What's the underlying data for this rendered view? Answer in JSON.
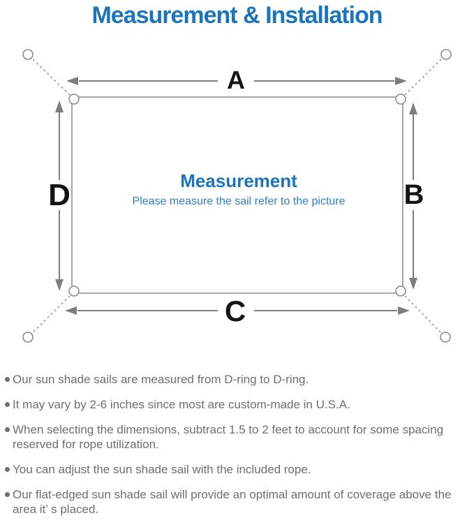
{
  "title": "Measurement & Installation",
  "diagram": {
    "labels": {
      "a": "A",
      "b": "B",
      "c": "C",
      "d": "D"
    },
    "center_title": "Measurement",
    "center_subtitle": "Please measure the sail refer to the picture"
  },
  "bullets": [
    "Our sun shade sails are measured from D-ring to D-ring.",
    "It may vary by 2-6 inches since most are custom-made in U.S.A.",
    "When selecting the dimensions, subtract 1.5 to 2 feet to account for some spacing reserved for rope utilization.",
    "You can adjust the sun shade sail with the included rope.",
    "Our flat-edged sun shade sail will provide an optimal amount of coverage above the area it’ s placed."
  ],
  "colors": {
    "accent_blue": "#1a75bc",
    "subtitle_blue": "#2e7fc1",
    "diagram_gray": "#8a8a8a",
    "arrow_gray": "#7d7d7d",
    "text_gray": "#6e6e6e",
    "label_black": "#141414"
  }
}
